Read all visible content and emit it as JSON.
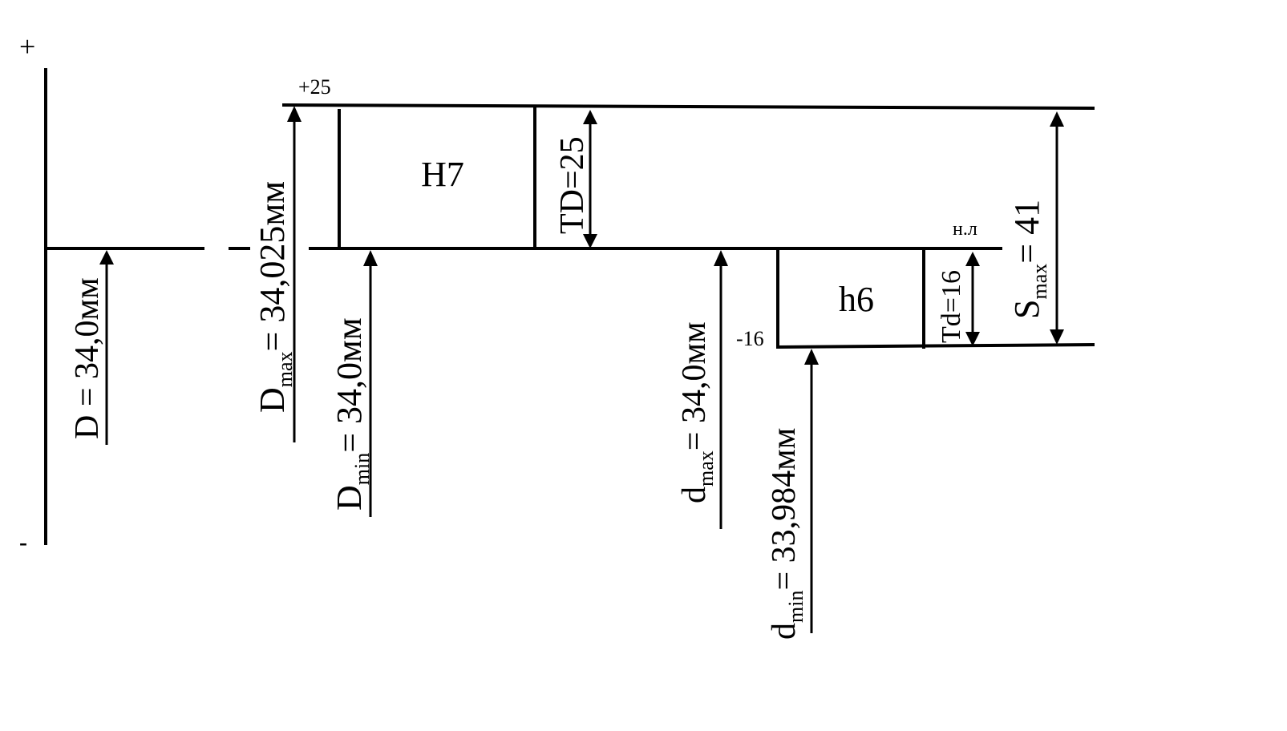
{
  "axis": {
    "plus": "+",
    "minus": "-"
  },
  "zone_hole": {
    "label": "H7",
    "upper_deviation": "+25"
  },
  "zone_shaft": {
    "label": "h6",
    "lower_deviation": "-16",
    "zero_line_label": "н.л"
  },
  "dimensions": {
    "D": "D = 34,0мм",
    "Dmax_main": "D",
    "Dmax_sub": "max",
    "Dmax_value": "= 34,025мм",
    "Dmin_main": "D",
    "Dmin_sub": "min",
    "Dmin_value": "= 34,0мм",
    "dmax_main": "d",
    "dmax_sub": "max",
    "dmax_value": "= 34,0мм",
    "dmin_main": "d",
    "dmin_sub": "min",
    "dmin_value": "= 33,984мм",
    "TD": "TD=25",
    "Td": "Td=16",
    "Smax_main": "S",
    "Smax_sub": "max",
    "Smax_value": "= 41"
  },
  "colors": {
    "ink": "#000000",
    "background": "#ffffff"
  }
}
